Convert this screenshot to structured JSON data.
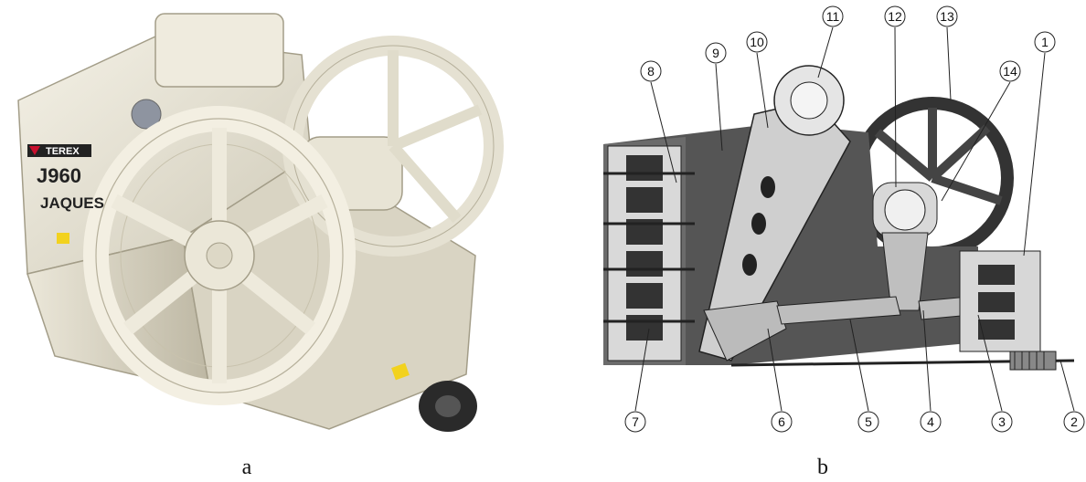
{
  "figure": {
    "panel_a": {
      "caption": "a",
      "machine_labels": {
        "brand": "TEREX",
        "model": "J960",
        "make": "JAQUES"
      }
    },
    "panel_b": {
      "caption": "b",
      "part_numbers": [
        "1",
        "2",
        "3",
        "4",
        "5",
        "6",
        "7",
        "8",
        "9",
        "10",
        "11",
        "12",
        "13",
        "14"
      ]
    }
  }
}
